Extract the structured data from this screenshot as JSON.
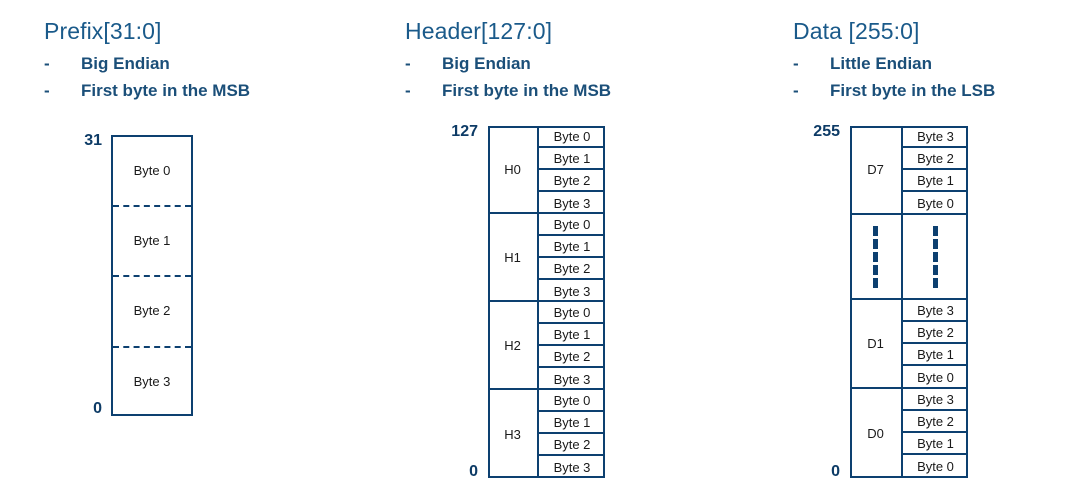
{
  "panels": [
    {
      "id": "prefix",
      "title": "Prefix[31:0]",
      "bullets": [
        "Big Endian",
        "First byte in the MSB"
      ],
      "dash": "-",
      "top_label": "31",
      "bottom_label": "0",
      "rows": [
        "Byte 0",
        "Byte 1",
        "Byte 2",
        "Byte 3"
      ]
    },
    {
      "id": "header",
      "title": "Header[127:0]",
      "bullets": [
        "Big Endian",
        "First byte in the MSB"
      ],
      "dash": "-",
      "top_label": "127",
      "bottom_label": "0",
      "groups": [
        {
          "label": "H0",
          "bytes": [
            "Byte 0",
            "Byte 1",
            "Byte 2",
            "Byte 3"
          ]
        },
        {
          "label": "H1",
          "bytes": [
            "Byte 0",
            "Byte 1",
            "Byte 2",
            "Byte 3"
          ]
        },
        {
          "label": "H2",
          "bytes": [
            "Byte 0",
            "Byte 1",
            "Byte 2",
            "Byte 3"
          ]
        },
        {
          "label": "H3",
          "bytes": [
            "Byte 0",
            "Byte 1",
            "Byte 2",
            "Byte 3"
          ]
        }
      ]
    },
    {
      "id": "data",
      "title": "Data [255:0]",
      "bullets": [
        "Little Endian",
        "First byte in the LSB"
      ],
      "dash": "-",
      "top_label": "255",
      "bottom_label": "0",
      "groups": [
        {
          "label": "D7",
          "bytes": [
            "Byte 3",
            "Byte 2",
            "Byte 1",
            "Byte 0"
          ]
        },
        {
          "label": "",
          "bytes": [],
          "ellipsis": true
        },
        {
          "label": "D1",
          "bytes": [
            "Byte 3",
            "Byte 2",
            "Byte 1",
            "Byte 0"
          ]
        },
        {
          "label": "D0",
          "bytes": [
            "Byte 3",
            "Byte 2",
            "Byte 1",
            "Byte 0"
          ]
        }
      ]
    }
  ],
  "colors": {
    "title": "#1a5a8a",
    "bullet_text": "#1b4f79",
    "border": "#0d4070",
    "edge_label": "#0d3b66",
    "cell_text": "#1a1a1a",
    "background": "#ffffff"
  }
}
